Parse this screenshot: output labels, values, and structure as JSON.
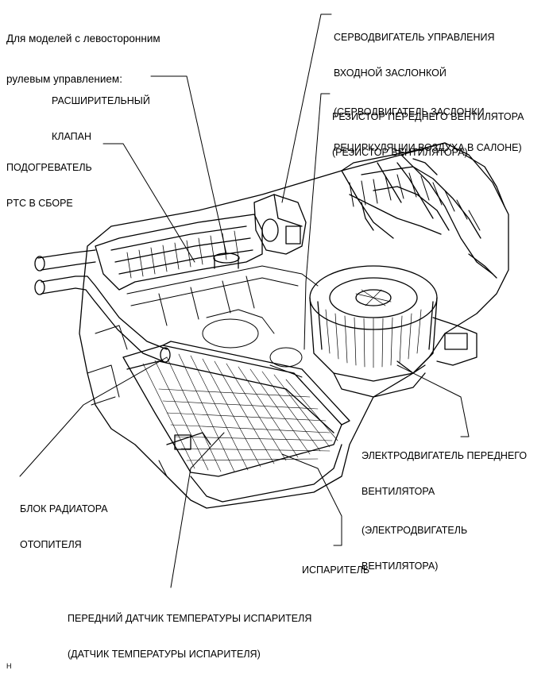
{
  "heading": {
    "line1": "Для моделей с левосторонним",
    "line2": "рулевым управлением:"
  },
  "labels": {
    "inlet_servo": {
      "line1": "СЕРВОДВИГАТЕЛЬ УПРАВЛЕНИЯ",
      "line2": "ВХОДНОЙ ЗАСЛОНКОЙ",
      "line3": "(СЕРВОДВИГАТЕЛЬ ЗАСЛОНКИ",
      "line4": "РЕЦИРКУЛЯЦИИ ВОЗДУХА В САЛОНЕ)"
    },
    "expansion_valve": {
      "line1": "РАСШИРИТЕЛЬНЫЙ",
      "line2": "КЛАПАН"
    },
    "blower_resistor": {
      "line1": "РЕЗИСТОР ПЕРЕДНЕГО ВЕНТИЛЯТОРА",
      "line2": "(РЕЗИСТОР ВЕНТИЛЯТОРА)"
    },
    "ptc_heater": {
      "line1": "ПОДОГРЕВАТЕЛЬ",
      "line2": "PTC В СБОРЕ"
    },
    "blower_motor": {
      "line1": "ЭЛЕКТРОДВИГАТЕЛЬ ПЕРЕДНЕГО",
      "line2": "ВЕНТИЛЯТОРА",
      "line3": "(ЭЛЕКТРОДВИГАТЕЛЬ",
      "line4": "ВЕНТИЛЯТОРА)"
    },
    "heater_radiator": {
      "line1": "БЛОК РАДИАТОРА",
      "line2": "ОТОПИТЕЛЯ"
    },
    "evaporator": {
      "line1": "ИСПАРИТЕЛЬ"
    },
    "evap_temp_sensor": {
      "line1": "ПЕРЕДНИЙ ДАТЧИК ТЕМПЕРАТУРЫ ИСПАРИТЕЛЯ",
      "line2": "(ДАТЧИК ТЕМПЕРАТУРЫ ИСПАРИТЕЛЯ)"
    }
  },
  "footer_mark": "H"
}
